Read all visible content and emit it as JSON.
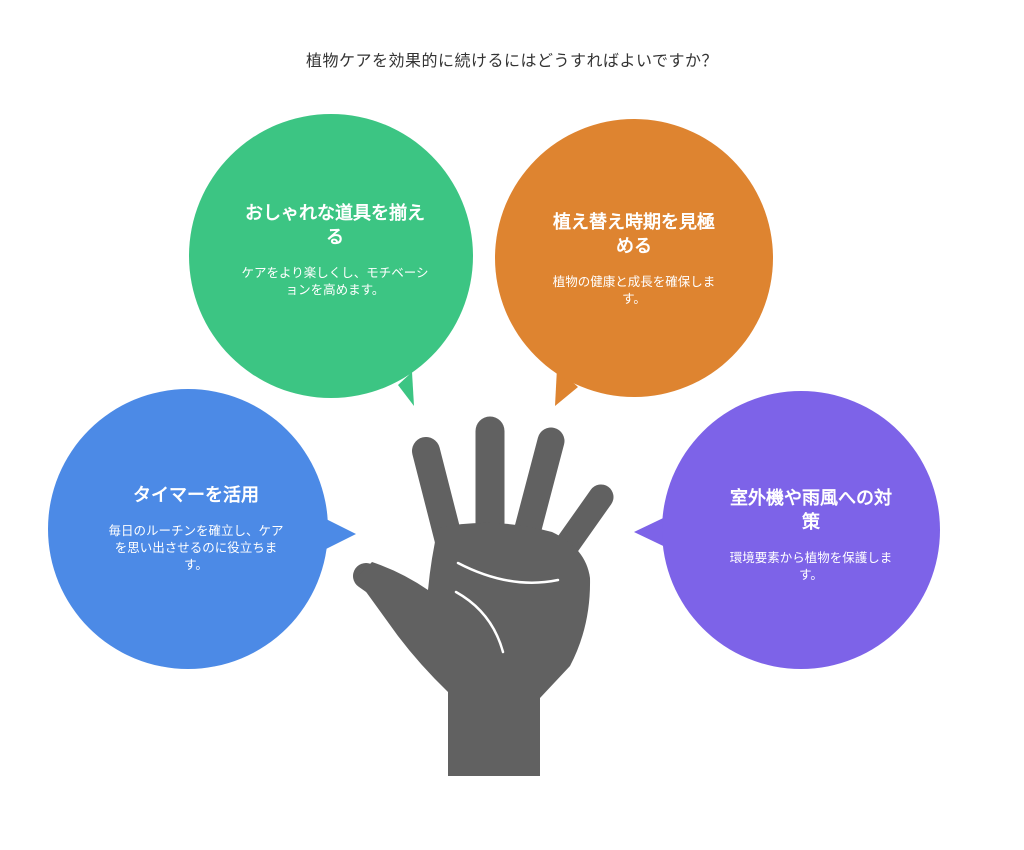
{
  "title": "植物ケアを効果的に続けるにはどうすればよいですか？",
  "colors": {
    "gear": "#3cc583",
    "repot": "#de8430",
    "timer": "#4c8ae6",
    "outdoor": "#7d63e8",
    "hand": "#616161",
    "hand_lines": "#ffffff",
    "title": "#333333"
  },
  "bubbles": {
    "gear": {
      "heading": "おしゃれな道具を揃える",
      "body": "ケアをより楽しくし、モチベーションを高めます。"
    },
    "repot": {
      "heading": "植え替え時期を見極める",
      "body": "植物の健康と成長を確保します。"
    },
    "timer": {
      "heading": "タイマーを活用",
      "body": "毎日のルーチンを確立し、ケアを思い出させるのに役立ちます。"
    },
    "outdoor": {
      "heading": "室外機や雨風への対策",
      "body": "環境要素から植物を保護します。"
    }
  },
  "icons": {
    "center": "open-hand-icon"
  }
}
